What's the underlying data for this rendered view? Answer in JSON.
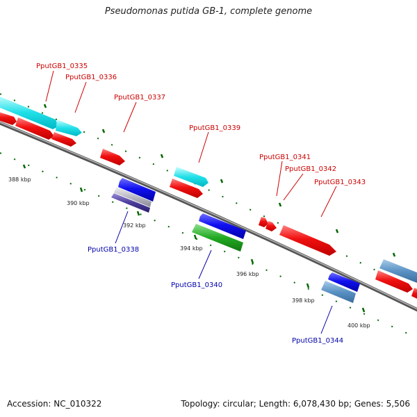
{
  "title": "Pseudomonas putida GB-1, complete genome",
  "accession": "Accession: NC_010322",
  "summary": "Topology: circular; Length: 6,078,430 bp; Genes: 5,506",
  "colors": {
    "label_forward": "#cc0000",
    "label_reverse": "#0000aa",
    "tick": "#006600",
    "backbone": "#808080"
  },
  "scale_labels": [
    "388 kbp",
    "390 kbp",
    "392 kbp",
    "394 kbp",
    "396 kbp",
    "398 kbp",
    "400 kbp"
  ],
  "gene_labels_forward": [
    "PputGB1_0335",
    "PputGB1_0336",
    "PputGB1_0337",
    "PputGB1_0339",
    "PputGB1_0341",
    "PputGB1_0342",
    "PputGB1_0343"
  ],
  "gene_labels_reverse": [
    "PputGB1_0338",
    "PputGB1_0340",
    "PputGB1_0344"
  ]
}
